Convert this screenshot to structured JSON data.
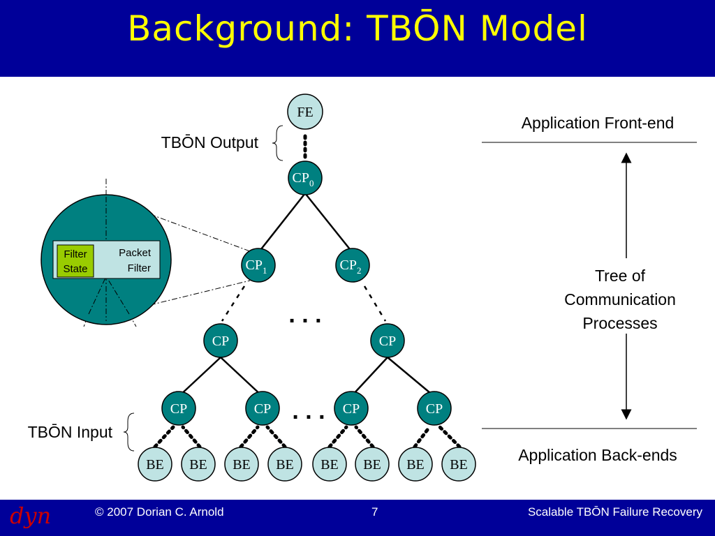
{
  "title": "Background: TBŌN Model",
  "footer": {
    "logo": "dyn",
    "copyright": "© 2007 Dorian C. Arnold",
    "page_number": "7",
    "tagline": "Scalable TBŌN Failure Recovery"
  },
  "labels": {
    "output": "TBŌN Output",
    "input": "TBŌN Input",
    "front_end": "Application Front-end",
    "back_ends": "Application Back-ends",
    "tree_line1": "Tree of",
    "tree_line2": "Communication",
    "tree_line3": "Processes",
    "ellipsis": ". . ."
  },
  "filter": {
    "filter_state_line1": "Filter",
    "filter_state_line2": "State",
    "packet_filter_line1": "Packet",
    "packet_filter_line2": "Filter"
  },
  "nodes": {
    "fe": "FE",
    "cp": "CP",
    "cp0_sub": "0",
    "cp1_sub": "1",
    "cp2_sub": "2",
    "be": "BE"
  },
  "colors": {
    "header_bg": "#000099",
    "title_text": "#ffff00",
    "cp_fill": "#008080",
    "fe_be_fill": "#bfe3e3",
    "filter_state_fill": "#99cc00"
  }
}
